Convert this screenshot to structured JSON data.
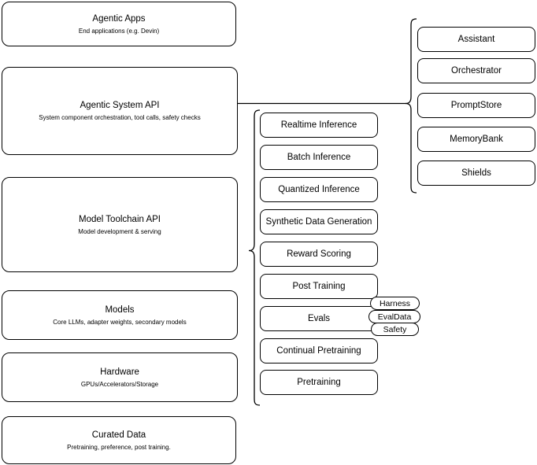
{
  "diagram": {
    "title": "AI stack layer diagram",
    "stroke_color": "#000000",
    "background_color": "#ffffff"
  },
  "layers": [
    {
      "name": "agentic-apps",
      "title": "Agentic Apps",
      "subtitle": "End applications (e.g. Devin)"
    },
    {
      "name": "agentic-system-api",
      "title": "Agentic System API",
      "subtitle": "System component orchestration, tool calls, safety checks"
    },
    {
      "name": "model-toolchain-api",
      "title": "Model Toolchain API",
      "subtitle": "Model development & serving"
    },
    {
      "name": "models",
      "title": "Models",
      "subtitle": "Core LLMs, adapter weights, secondary models"
    },
    {
      "name": "hardware",
      "title": "Hardware",
      "subtitle": "GPUs/Accelerators/Storage"
    },
    {
      "name": "curated-data",
      "title": "Curated Data",
      "subtitle": "Pretraining, preference, post training."
    }
  ],
  "toolchain_components": [
    {
      "name": "realtime-inference",
      "label": "Realtime Inference"
    },
    {
      "name": "batch-inference",
      "label": "Batch Inference"
    },
    {
      "name": "quantized-inference",
      "label": "Quantized Inference"
    },
    {
      "name": "synthetic-data-generation",
      "label": "Synthetic Data Generation"
    },
    {
      "name": "reward-scoring",
      "label": "Reward Scoring"
    },
    {
      "name": "post-training",
      "label": "Post Training"
    },
    {
      "name": "evals",
      "label": "Evals"
    },
    {
      "name": "continual-pretraining",
      "label": "Continual Pretraining"
    },
    {
      "name": "pretraining",
      "label": "Pretraining"
    }
  ],
  "system_components": [
    {
      "name": "assistant",
      "label": "Assistant"
    },
    {
      "name": "orchestrator",
      "label": "Orchestrator"
    },
    {
      "name": "promptstore",
      "label": "PromptStore"
    },
    {
      "name": "memorybank",
      "label": "MemoryBank"
    },
    {
      "name": "shields",
      "label": "Shields"
    }
  ],
  "evals_badges": [
    {
      "name": "harness",
      "label": "Harness"
    },
    {
      "name": "evaldata",
      "label": "EvalData"
    },
    {
      "name": "safety",
      "label": "Safety"
    }
  ]
}
